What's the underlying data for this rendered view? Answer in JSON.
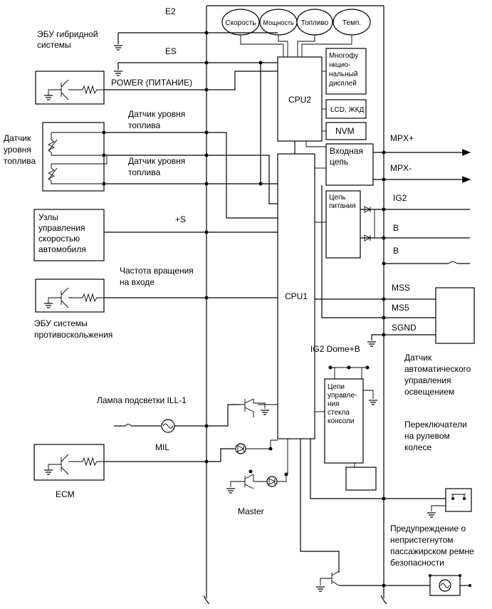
{
  "labels": {
    "e2": "E2",
    "ecu_hybrid": [
      "ЭБУ гибридной",
      "системы"
    ],
    "es": "ES",
    "power": "POWER (ПИТАНИЕ)",
    "fuel_sensor_1": [
      "Датчик уровня",
      "топлива"
    ],
    "fuel_sensor_box": [
      "Датчик",
      "уровня",
      "топлива"
    ],
    "fuel_sensor_2": [
      "Датчик уровня",
      "топлива"
    ],
    "speed_nodes": [
      "Узлы",
      "управления",
      "скоростью",
      "автомобиля"
    ],
    "plus_s": "+S",
    "input_freq": [
      "Частота вращения",
      "на входе"
    ],
    "ecu_antiskid": [
      "ЭБУ системы",
      "противоскольжения"
    ],
    "ill_lamp": "Лампа подсветки ILL-1",
    "mil": "MIL",
    "ecm": "ECM",
    "master": "Master",
    "ig2_dome": "IG2 Dome+B",
    "light_sensor": [
      "Датчик",
      "автоматического",
      "управления",
      "освещением"
    ],
    "steering_switches": [
      "Переключатели",
      "на рулевом",
      "колесе"
    ],
    "seatbelt_warning": [
      "Предупреждение о",
      "непристегнутом",
      "пассажирском ремне",
      "безопасности"
    ]
  },
  "gauges": [
    "Скорость",
    "Мощность",
    "Топливо",
    "Темп."
  ],
  "blocks": {
    "cpu1": "CPU1",
    "cpu2": "CPU2",
    "multi_display": [
      "Многофу",
      "нкцио-",
      "нальный",
      "дисплей"
    ],
    "lcd": "LCD, ЖКД",
    "nvm": "NVM",
    "input_circuit": [
      "Входная",
      "цепь"
    ],
    "power_circuit": [
      "Цепь",
      "питания"
    ],
    "console_glass": [
      "Цепи",
      "управле-",
      "ния",
      "стекла",
      "консоли"
    ]
  },
  "signals": {
    "mpx_plus": "MPX+",
    "mpx_minus": "MPX-",
    "ig2": "IG2",
    "b1": "B",
    "b2": "B",
    "mss": "MSS",
    "ms5": "MS5",
    "sgnd": "SGND"
  }
}
